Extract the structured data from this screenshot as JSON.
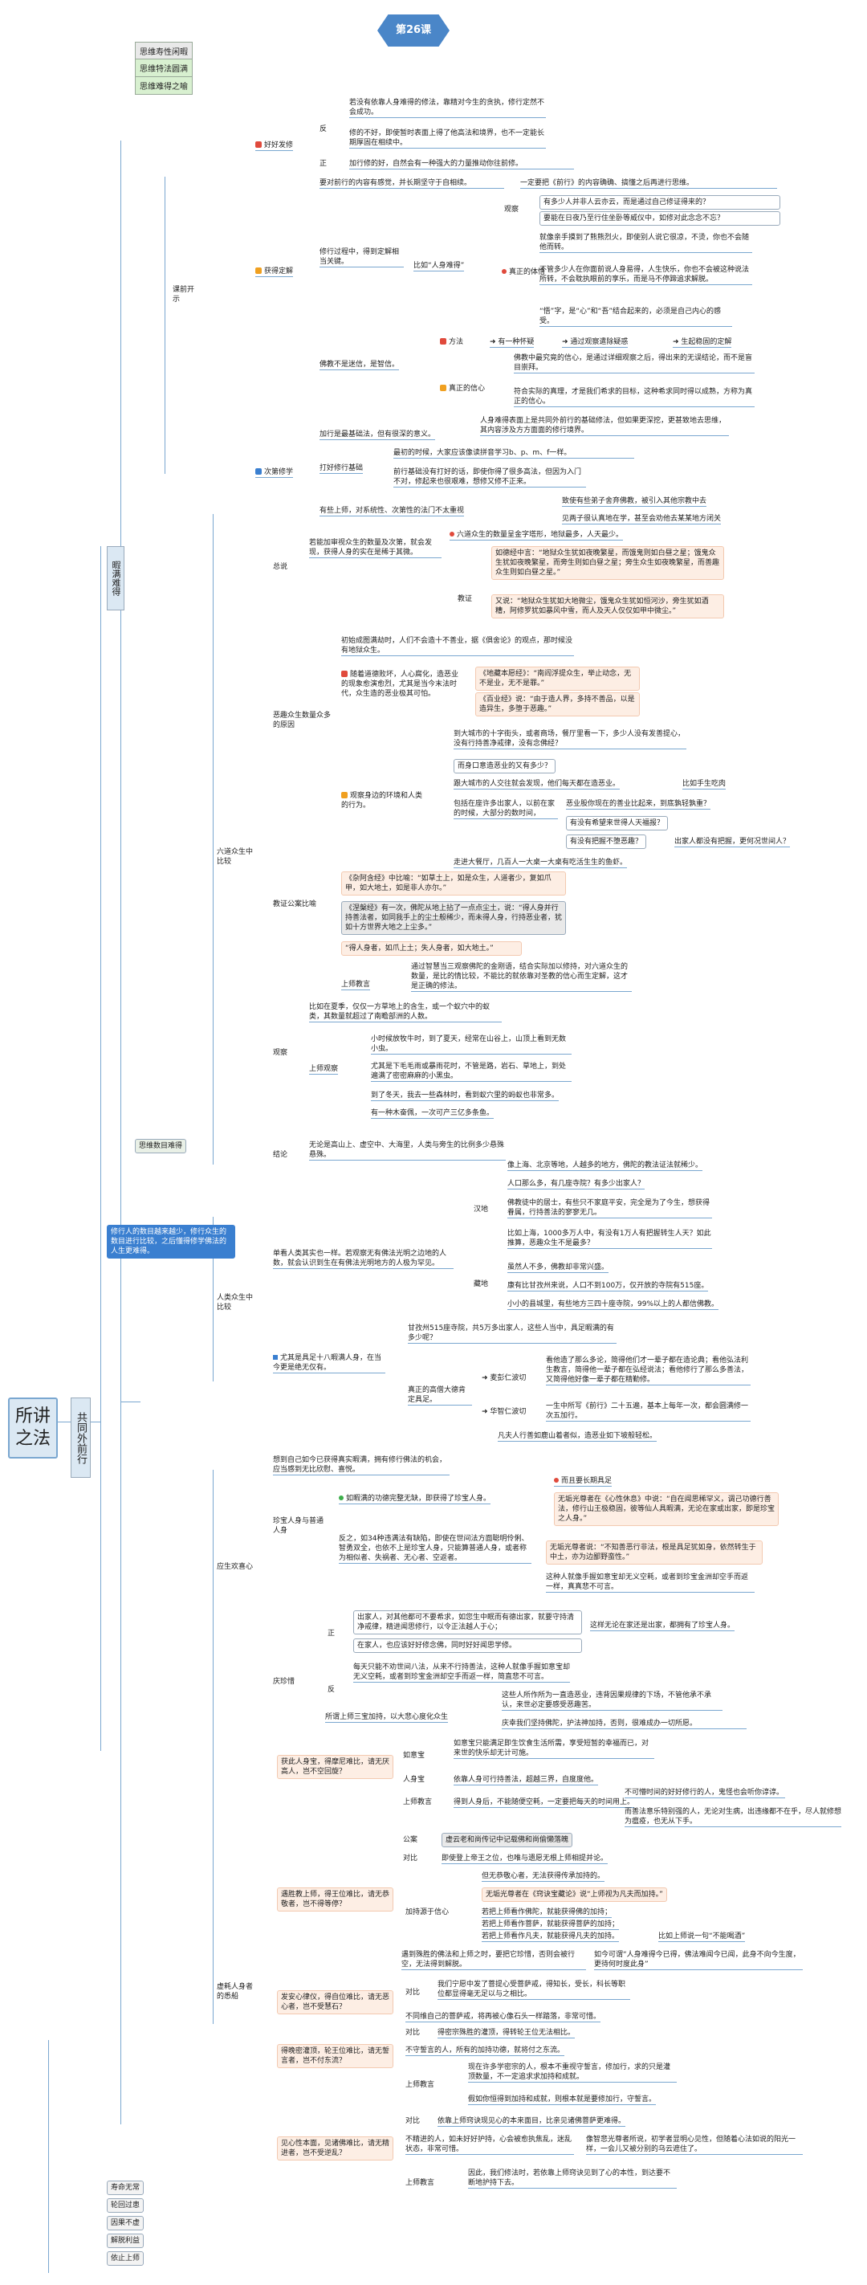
{
  "header": {
    "title": "第26课"
  },
  "top_tags": [
    "思维寿性闲暇",
    "思维特法圆满",
    "思维难得之喻"
  ],
  "left_tags": {
    "main": "所讲之法",
    "vertical": "暇满难得",
    "sub": "共同外前行",
    "bottom": [
      "寿命无常",
      "轮回过患",
      "因果不虚",
      "解脱利益",
      "依止上师"
    ],
    "mid": "思维数目难得",
    "blue_box": "修行人的数目越来越少，修行众生的数目进行比较，之后懂得修学佛法的人生更难得。"
  },
  "sec1": {
    "label": "课前开示",
    "good": {
      "title": "好好发修",
      "fan": "反",
      "zheng": "正",
      "t1": "若没有依靠人身难得的修法，靠精对今生的贪执，修行定然不会成功。",
      "t2": "修的不好，即使暂时表面上得了他高法和境界，也不一定能长期厚固在相续中。",
      "t3": "加行修的好，自然会有一种强大的力量推动你往前修。"
    },
    "rong": {
      "title": "获得定解",
      "r1": "要对前行的内容有感觉，并长期坚守于自相续。",
      "r2": "一定要把《前行》的内容确确、搞懂之后再进行思维。",
      "r3": "修行过程中，得到定解相当关键。",
      "r4": "比如“人身难得”",
      "guan": "观察",
      "g1": "有多少人并非人云亦云，而是通过自己修证得来的？",
      "g2": "要能在日夜乃至行住坐卧等威仪中，如修对此念念不忘？",
      "zhen": "真正的体悟",
      "z1": "就像亲手摸到了熊熊烈火，即使别人说它很凉，不烫，你也不会随他而转。",
      "z2": "不管多少人在你面前说人身易得，人生快乐，你也不会被这种说法所转，不会耽执眼前的享乐，而是马不停蹄追求解脱。",
      "z3": "“悟”字，是“心”和“吾”结合起来的，必须是自己内心的感受。",
      "fo": "佛教不是迷信，是智信。",
      "fa": "方法",
      "f1": "有一种怀疑",
      "f2": "通过观察遣除疑惑",
      "f3": "生起稳固的定解",
      "xin": "真正的信心",
      "x1": "佛教中最究竟的信心，是通过详细观察之后，得出来的无误结论，而不是盲目崇拜。",
      "x2": "符合实际的真理，才是我们希求的目标，这种希求同时得以成熟，方称为真正的信心。"
    },
    "ci": {
      "title": "次第修学",
      "c1": "加行是最基础法，但有很深的意义。",
      "c2": "人身难得表面上是共同外前行的基础修法，但如果更深挖，更甚致地去思维，其内容涉及方方面面的修行境界。",
      "c3": "打好修行基础",
      "c4": "最初的时候，大家应该像读拼音学习b、p、m、f一样。",
      "c5": "前行基础没有打好的话，即使你得了很多高法，但因为入门不对，修起来也很艰难，想修又修不正来。",
      "c6": "有些上师，对系统性、次第性的法门不太重视",
      "c7": "致使有些弟子舍弃佛教，被引入其他宗教中去",
      "c8": "见两子很认真地在学，甚至会劝他去某某地方闭关"
    }
  },
  "sec2": {
    "label": "六道众生中比较",
    "zong": {
      "title": "总说",
      "t": "若能加审视众生的数量及次第，就会发现，获得人身的实在是稀于其微。",
      "a": "六道众生的数量呈金字塔形，地狱最多，人天最少。",
      "jiao": "教证",
      "j1": "如德经中言：“地狱众生犹如夜晚繁星，而饿鬼则如白昼之星；饿鬼众生犹如夜晚繁星，而旁生则如白昼之星；旁生众生如夜晚繁星，而善趣众生则如白昼之星。”",
      "j2": "又说：“地狱众生犹如大地微尘，饿鬼众生犹如恒河沙，旁生犹如酒糟，阿修罗犹如暴风中雪，而人及天人仅仅如甲中微尘。”"
    },
    "yuan": {
      "title": "恶趣众生数量众多的原因",
      "y1": "初始成图满劫时，人们不会造十不善业，据《俱舍论》的观点，那时候没有地狱众生。",
      "y2": "随着道德败坏，人心腐化，造恶业的现象愈演愈烈，尤其是当今末法时代，众生造的恶业极其可怕。",
      "d1": "《地藏本愿经》：“南阎浮提众生，举止动念，无不是业，无不是罪。”",
      "d2": "《百业经》说：“由于造人界，多持不善品，以是造异生，多堕于恶趣。”",
      "y3": "观察身边的环境和人类的行为。",
      "e1": "到大城市的十字街头，或者商场，餐厅里看一下，多少人没有发善提心，没有行持善净戒律，没有念佛经？",
      "e2": "而身口意造恶业的又有多少？",
      "e3": "跟大城市的人交往就会发现，他们每天都在造恶业。",
      "e4": "比如手生吃肉",
      "e5": "包括在座许多出家人，以前在家的时候，大部分的数时间，",
      "e6": "恶业股你现在的善业比起来，到底孰轻孰重？",
      "e7": "有没有希望来世得人天福报？",
      "e8": "有没有把握不堕恶趣？",
      "e9": "出家人都没有把握，更何况世间人？",
      "e10": "走进大餐厅，几百人一大桌一大桌有吃活生生的鱼虾。"
    },
    "jz": {
      "title": "教证公案比喻",
      "k1": "《杂阿含经》中比喻：“如草土上，如是众生，人道者少，复如爪甲，如大地土，如是非人亦尔。”",
      "k2": "《涅槃经》有一次，佛陀从地上拈了一点点尘土，说：“得人身并行持善法者，如同我手上的尘土般稀少，而未得人身，行持恶业者，犹如十方世界大地之上尘多。”",
      "k3": "“得人身者，如爪上土；失人身者，如大地土。”",
      "k4": "通过智慧当三观察佛陀的金刚语，结合实际加以修持，对六道众生的数量，是比的情比较，不能比的就依靠对圣教的信心而生定解，这才是正确的修法。",
      "k5": "上师教言"
    },
    "gc": {
      "title": "观察",
      "g1": "比如在夏季，仅仅一方草地上的含生，或一个蚁穴中的蚁类，其数量就超过了南瞻部洲的人数。",
      "g2": "上师观察",
      "h1": "小时候放牧牛时，到了夏天，经常在山谷上，山顶上看到无数小虫。",
      "h2": "尤其是下毛毛雨或暴雨花时，不管是路，岩石、草地上，到处遍满了密密麻麻的小黑虫。",
      "h3": "到了冬天，我去一些森林时，看到蚁穴里的蚂蚁也非常多。",
      "h4": "有一种木奋佩，一次可产三亿多条鱼。"
    },
    "jl": {
      "title": "结论",
      "t": "无论是高山上、虚空中、大海里，人类与旁生的比例多少悬殊悬殊。"
    }
  },
  "sec3": {
    "label": "人类众生中比较",
    "a": "单看人类其实也一样。若观察无有佛法光明之边地的人数，就会认识到生在有佛法光明地方的人极为罕见。",
    "han": "汉地",
    "h1": "像上海、北京等地，人越多的地方，佛陀的教法证法就稀少。",
    "h2": "人口那么多，有几座寺院？有多少出家人？",
    "h3": "佛教徒中的居士，有些只不家庭平安，完全是为了今生，想获得眷属，行持善法的寥寥无几。",
    "h4": "比如上海，1000多万人中，有没有1万人有把握转生人天？如此推算，恶趣众生不是最多？",
    "zang": "藏地",
    "z1": "虽然人不多，佛教却非常兴盛。",
    "z2": "康有比甘孜州来说，人口不到100万，仅开放的寺院有515座。",
    "z3": "小小的县城里，有些地方三四十座寺院，99%以上的人都信佛教。",
    "b": "尤其是具足十八暇满人身，在当今更是绝无仅有。",
    "b1": "甘孜州515座寺院，共5万多出家人，这些人当中，具足暇满的有多少呢？",
    "b2": "真正的高僧大德肯定具足。",
    "b3": "麦彭仁波切",
    "b4": "看他造了那么多论，简得他们才一辈子都在造论典；看他弘法利生教言，简得他一辈子都在弘经说法；看他修行了那么多善法，又简得他好像一辈子都在精勤修。",
    "b5": "华智仁波切",
    "b6": "一生中所写《前行》二十五遍，基本上每年一次，都会圆满修一次五加行。",
    "b7": "凡夫人行善如鹿山着者似，造恶业如下坡般轻松。"
  },
  "sec4": {
    "label": "应生欢喜心",
    "a": "想到自己如今已获得真实暇满，拥有修行佛法的机会，应当感到无比欣慰、喜悦。",
    "zhen": "珍宝人身与普通人身",
    "z1": "如暇满的功德完整无缺，即获得了珍宝人身。",
    "z2": "而且要长期具足",
    "z3": "无垢光尊者在《心性休息》中说：“自在闻思稀罕义，调己功德行善法，修行山王极稳固，彼等仙人具暇满，无论在家或出家，即是珍宝之人身。”",
    "z4": "反之，如34种违满法有缺陷，即使在世间法方面聪明伶俐、智勇双全，也依不上是珍宝人身，只能算普通人身，或者称为相似者、失祸者、无心者、空返者。",
    "z5": "无垢光尊者说：“不知善恶行非法，根是具足犹如身，依然转生于中土，亦为边鄙野蛮性。”",
    "z6": "这种人就像手握如意宝却无义空耗，或者到珍宝金洲却空手而返一样，真真悲不可言。",
    "qin": "庆珍惜",
    "q_zheng": "正",
    "q_fan": "反",
    "q1": "出家人，对其他都可不要希求，如您生中眠而有德出家，就要守持清净戒律，精进闻思修行，以令正法越人于心；",
    "q2": "在家人，也应该好好修念佛，同时好好闻思学修。",
    "q3": "这样无论在家还是出家，都拥有了珍宝人身。",
    "q4": "每天只能不劝世间八法，从来不行持善法，这种人就像手握如意宝却无义空耗，或者到珍宝金洲却空手而返一样，简直悲不可言。",
    "q5": "所谓上师三宝加持，以大悲心度化众生",
    "q6": "这些人所作所为一直造恶业，违背因果规律的下场，不管他承不承认，来世必定要感受恶趣苦。",
    "q7": "庆幸我们坚持佛陀，护法神加持，否则，很难成办一切所愿。"
  },
  "sec5": {
    "label": "虚耗人身者的悉船",
    "g1": {
      "title": "获此人身宝，得摩尼难比，请无厌高人，岂不空回旋？",
      "a1": "如意宝",
      "a2": "如意宝只能满足即生饮食生活所需，享受短暂的幸福而已，对来世的快乐却无计可施。",
      "a3": "人身宝",
      "a4": "依靠人身可行持善法，超越三界，自度度他。",
      "a5": "上师教言",
      "a6": "得到人身后，不能随便空耗，一定要把每天的时间用上。",
      "a7": "不可懵时间的好好修行的人，鬼怪也会听你谆谆。",
      "a8": "而善法意乐特别强的人，无论对生病，出违缘都不在乎，尽人就修想为瘟疫，也无从下手。",
      "a9": "公案",
      "a10": "虚云老和尚传记中记载佛和尚偷懒落魄",
      "a11": "对比",
      "a12": "即使登上帝王之位，也唯与遗愿无根上师相提并论。"
    },
    "g2": {
      "title": "遇胜教上师，得王位难比，请无恭敬者，岂不得等停？",
      "b1": "但无恭敬心者，无法获得传承加持的。",
      "b2": "无垢光尊者在《窍诀宝藏论》说“上师视为凡夫而加持。”",
      "b3": "加持源于信心",
      "b4": "若把上师看作佛陀，就能获得佛的加持；",
      "b5": "若把上师看作菩萨，就能获得菩萨的加持；",
      "b6": "若把上师看作凡夫，就能获得凡夫的加持。",
      "b7": "比如上师说一句“不能喝酒”",
      "b8": "遇到殊胜的佛法和上师之时，要把它珍惜，否则会被行空，无法得到解脱。",
      "b9": "如今可谓“人身难得今已得，佛法难闻今已闻，此身不向今生度，更待何时度此身”"
    },
    "g3": {
      "title": "发安心律仪，得自位难比，请无恶心者，岂不受慧石？",
      "c1": "对比",
      "c2": "我们宁愿中发了菩提心受菩萨戒，得知长，受长，科长等职位都显得毫无足以与之相比。",
      "c3": "不同维自己的菩萨戒，将再被心像石头一样踏落，非常可惜。"
    },
    "g4": {
      "title": "得晚密灌顶，轮王位难比，请无誓言者，岂不付东流？",
      "d1": "对比",
      "d2": "得密宗殊胜的灌顶，得转轮王位无法相比。",
      "d3": "不守誓言的人，所有的加持功德，就将付之东流。",
      "d4": "上师教言",
      "d5": "现在许多学密宗的人，根本不重视守誓言，修加行，求的只是灌顶数量，不一定追求求加持和成就。",
      "d6": "假如你恒得到加持和成就，则根本就是要修加行，守誓言。"
    },
    "g5": {
      "title": "见心性本面，见诸佛难比，请无精进者，岂不受逆乱？",
      "e1": "对比",
      "e2": "依靠上师窍诀现见心的本来面目，比亲见诸佛菩萨更难得。",
      "e3": "不精进的人，如未好好护持，心会被愈执焦乱，迷乱状态，非常可惜。",
      "e4": "像智悲光尊者所说，初学者显明心见性，但随着心法如说的阳光一样，一会儿又被分别的乌云遮住了。",
      "e5": "上师教言",
      "e6": "因此，我们修法时，若依靠上师窍诀见到了心的本性，到达要不断地护持下去。"
    }
  }
}
